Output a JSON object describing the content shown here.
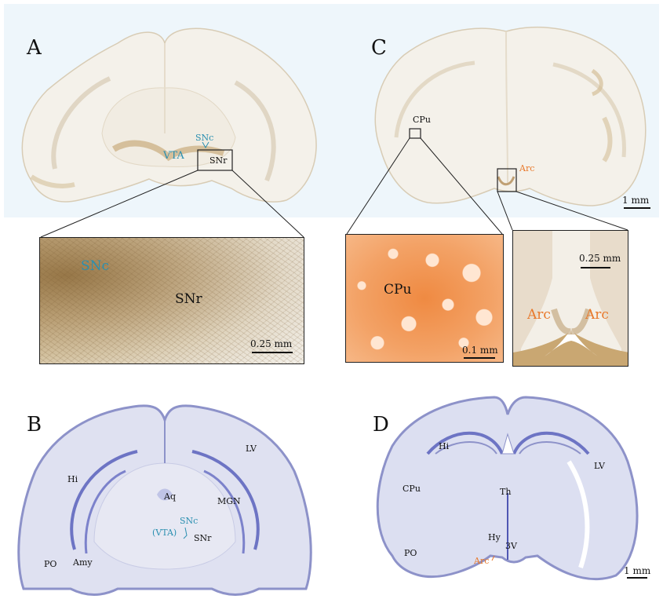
{
  "panels": {
    "A": {
      "letter": "A",
      "labels": {
        "snc": "SNc",
        "vta": "VTA",
        "snr": "SNr"
      },
      "inset": {
        "snc": "SNc",
        "snr": "SNr",
        "scale": "0.25 mm"
      }
    },
    "C": {
      "letter": "C",
      "labels": {
        "cpu": "CPu",
        "arc": "Arc"
      },
      "scale": "1 mm",
      "inset_cpu": {
        "cpu": "CPu",
        "scale": "0.1 mm"
      },
      "inset_arc": {
        "scale": "0.25 mm",
        "arc_left": "Arc",
        "arc_right": "Arc"
      }
    },
    "B": {
      "letter": "B",
      "labels": {
        "lv": "LV",
        "hi": "Hi",
        "aq": "Aq",
        "mgn": "MGN",
        "snc": "SNc",
        "vta": "(VTA)",
        "snr": "SNr",
        "po": "PO",
        "amy": "Amy"
      }
    },
    "D": {
      "letter": "D",
      "labels": {
        "hi": "Hi",
        "lv": "LV",
        "cpu": "CPu",
        "th": "Th",
        "hy": "Hy",
        "v3": "3V",
        "po": "PO",
        "arc": "Arc"
      },
      "scale": "1 mm"
    }
  },
  "colors": {
    "teal": "#2a8fb0",
    "orange": "#e8782a",
    "stain_brown": "#b8955e",
    "nissl": "#6d74c4"
  }
}
